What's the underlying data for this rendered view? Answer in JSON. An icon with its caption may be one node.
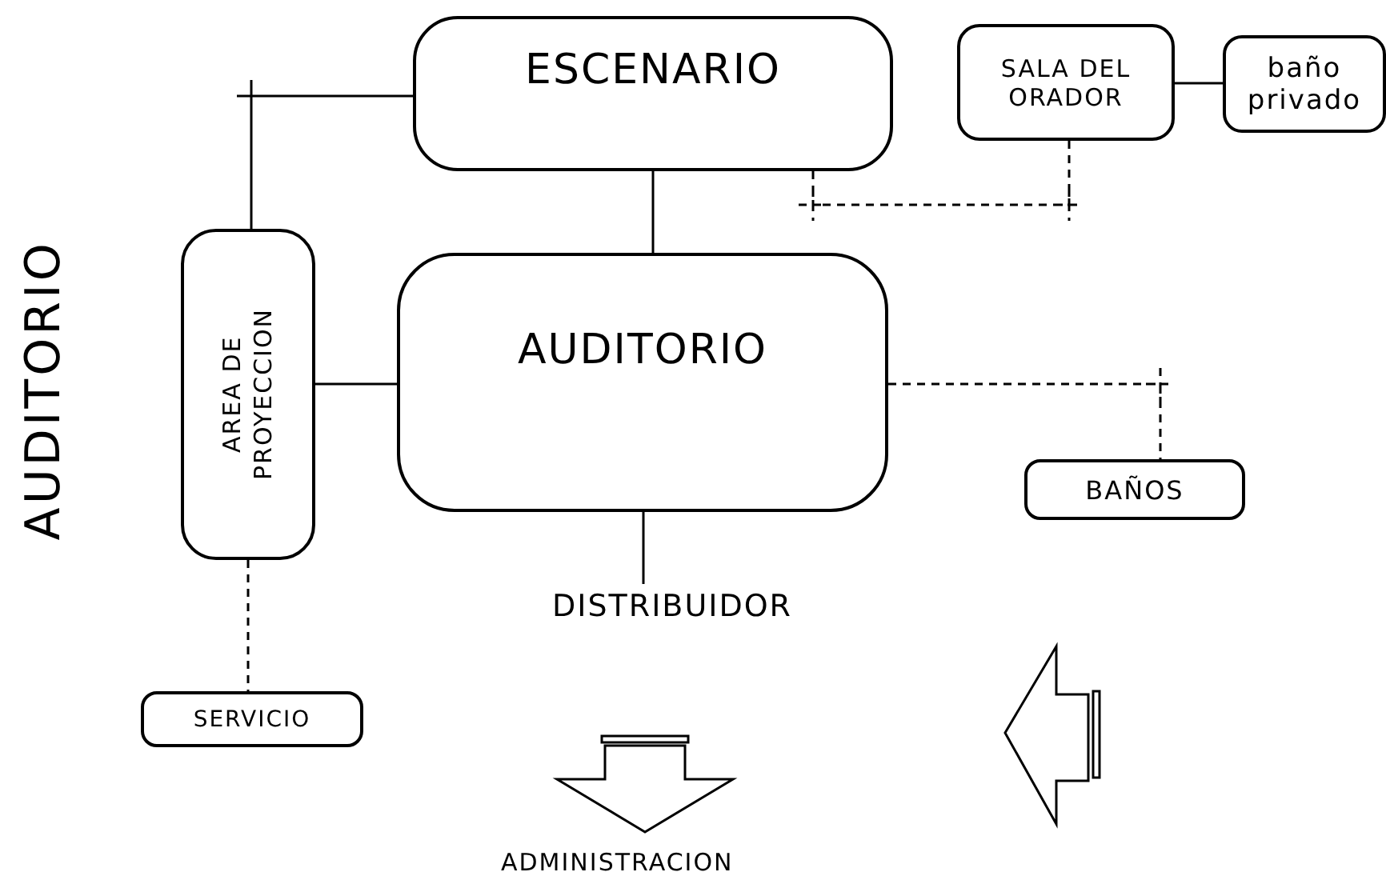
{
  "diagram": {
    "title": "AUDITORIO",
    "nodes": [
      {
        "text": [
          "ESCENARIO"
        ]
      },
      {
        "text": [
          "SALA DEL ORADOR"
        ]
      },
      {
        "text": [
          "baño privado"
        ]
      },
      {
        "text": [
          "AREA DE PROYECCION"
        ]
      },
      {
        "text": [
          "AUDITORIO"
        ]
      },
      {
        "text": [
          "BAÑOS"
        ]
      },
      {
        "text": [
          "DISTRIBUIDOR"
        ]
      },
      {
        "text": [
          "SERVICIO"
        ]
      }
    ],
    "edges": [
      {
        "from": 0,
        "to": 3,
        "arrow": "none"
      },
      {
        "from": 0,
        "to": 4,
        "arrow": "none"
      },
      {
        "from": 1,
        "to": 2,
        "arrow": "none"
      },
      {
        "from": 1,
        "to": 0,
        "arrow": "none",
        "style": "dashed"
      },
      {
        "from": 3,
        "to": 4,
        "arrow": "none"
      },
      {
        "from": 4,
        "to": 5,
        "arrow": "none",
        "style": "dashed"
      },
      {
        "from": 4,
        "to": 6,
        "arrow": "none"
      },
      {
        "from": 3,
        "to": 7,
        "arrow": "none",
        "style": "dashed"
      }
    ],
    "labels": [
      "ADMINISTRACION"
    ]
  }
}
